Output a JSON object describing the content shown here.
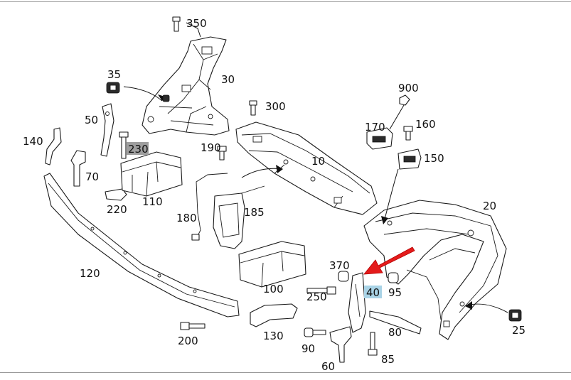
{
  "labels": {
    "p350": "350",
    "p35": "35",
    "p30": "30",
    "p300": "300",
    "p900": "900",
    "p170": "170",
    "p160": "160",
    "p150": "150",
    "p50": "50",
    "p140": "140",
    "p230": "230",
    "p190": "190",
    "p10": "10",
    "p70": "70",
    "p220": "220",
    "p110": "110",
    "p180": "180",
    "p185": "185",
    "p20": "20",
    "p120": "120",
    "p370": "370",
    "p40": "40",
    "p95": "95",
    "p250": "250",
    "p100": "100",
    "p25": "25",
    "p130": "130",
    "p80": "80",
    "p200": "200",
    "p90": "90",
    "p85": "85",
    "p60": "60"
  },
  "colors": {
    "highlight_230": "#9e9e9e",
    "highlight_40": "#a9d3e6",
    "arrow": "#e41b1b",
    "line": "#1a1a1a"
  }
}
